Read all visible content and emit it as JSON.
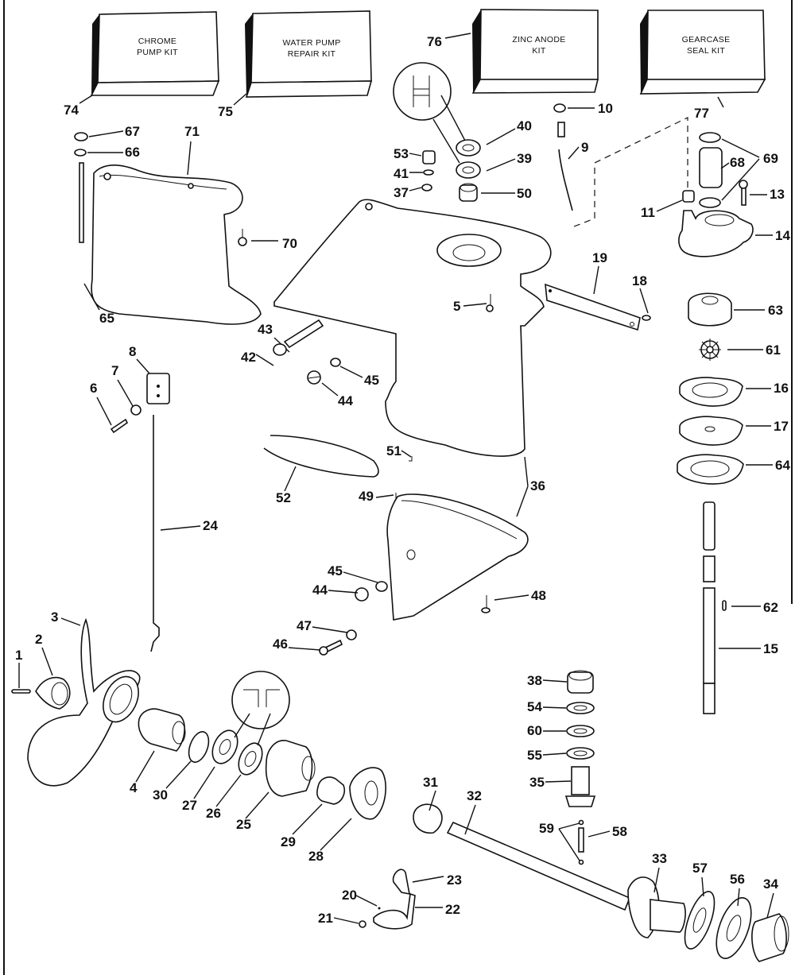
{
  "diagram": {
    "title": "Gearcase exploded parts diagram",
    "kits": [
      {
        "number": "74",
        "line1": "CHROME",
        "line2": "PUMP KIT"
      },
      {
        "number": "75",
        "line1": "WATER PUMP",
        "line2": "REPAIR KIT"
      },
      {
        "number": "76",
        "line1": "ZINC ANODE",
        "line2": "KIT"
      },
      {
        "number": "77",
        "line1": "GEARCASE",
        "line2": "SEAL KIT"
      }
    ],
    "callouts": {
      "c1": "1",
      "c2": "2",
      "c3": "3",
      "c4": "4",
      "c5": "5",
      "c6": "6",
      "c7": "7",
      "c8": "8",
      "c9": "9",
      "c10": "10",
      "c11": "11",
      "c13": "13",
      "c14": "14",
      "c15": "15",
      "c16": "16",
      "c17": "17",
      "c18": "18",
      "c19": "19",
      "c20": "20",
      "c21": "21",
      "c22": "22",
      "c23": "23",
      "c24": "24",
      "c25": "25",
      "c26": "26",
      "c27": "27",
      "c28": "28",
      "c29": "29",
      "c30": "30",
      "c31": "31",
      "c32": "32",
      "c33": "33",
      "c34": "34",
      "c35": "35",
      "c36": "36",
      "c37": "37",
      "c38": "38",
      "c39": "39",
      "c40": "40",
      "c41": "41",
      "c42": "42",
      "c43": "43",
      "c44a": "44",
      "c44b": "44",
      "c45a": "45",
      "c45b": "45",
      "c46": "46",
      "c47": "47",
      "c48": "48",
      "c49": "49",
      "c50": "50",
      "c51": "51",
      "c52": "52",
      "c53": "53",
      "c54": "54",
      "c55": "55",
      "c56": "56",
      "c57": "57",
      "c58": "58",
      "c59": "59",
      "c60": "60",
      "c61": "61",
      "c62": "62",
      "c63": "63",
      "c64": "64",
      "c65": "65",
      "c66": "66",
      "c67": "67",
      "c68": "68",
      "c69": "69",
      "c70": "70",
      "c71": "71"
    }
  }
}
